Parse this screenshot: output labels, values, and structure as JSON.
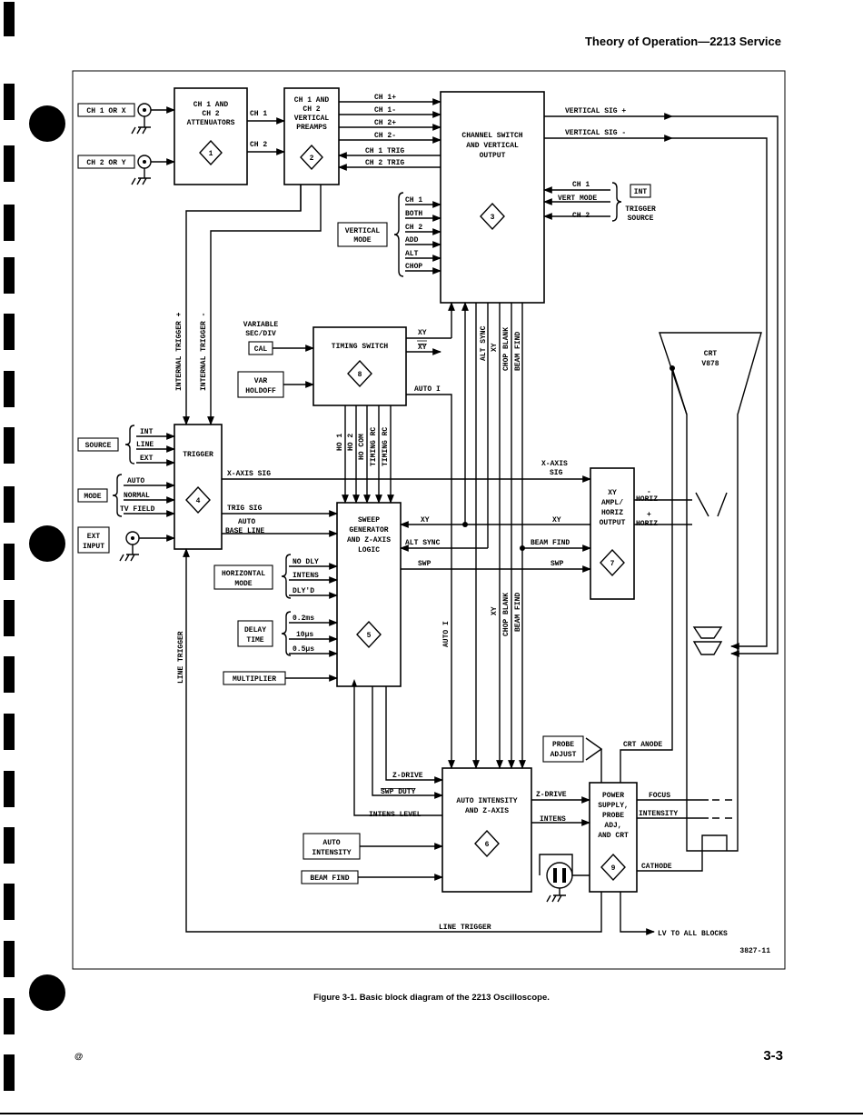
{
  "header": "Theory of Operation—2213 Service",
  "caption": "Figure 3-1. Basic block diagram of the 2213 Oscilloscope.",
  "page_number": "3-3",
  "copyright_symbol": "@",
  "drawing_number": "3827-11",
  "colors": {
    "ink": "#000000",
    "paper": "#ffffff"
  },
  "blocks": {
    "attenuators": {
      "l1": "CH 1 AND",
      "l2": "CH 2",
      "l3": "ATTENUATORS",
      "num": "1"
    },
    "preamps": {
      "l1": "CH 1 AND",
      "l2": "CH 2",
      "l3": "VERTICAL",
      "l4": "PREAMPS",
      "num": "2"
    },
    "channel_switch": {
      "l1": "CHANNEL SWITCH",
      "l2": "AND VERTICAL",
      "l3": "OUTPUT",
      "num": "3"
    },
    "trigger": {
      "l1": "TRIGGER",
      "num": "4"
    },
    "sweep": {
      "l1": "SWEEP",
      "l2": "GENERATOR",
      "l3": "AND Z-AXIS",
      "l4": "LOGIC",
      "num": "5"
    },
    "auto_intensity": {
      "l1": "AUTO INTENSITY",
      "l2": "AND Z-AXIS",
      "num": "6"
    },
    "xy_ampl": {
      "l1": "XY",
      "l2": "AMPL/",
      "l3": "HORIZ",
      "l4": "OUTPUT",
      "num": "7"
    },
    "timing_switch": {
      "l1": "TIMING SWITCH",
      "num": "8"
    },
    "power_supply": {
      "l1": "POWER",
      "l2": "SUPPLY,",
      "l3": "PROBE",
      "l4": "ADJ,",
      "l5": "AND CRT",
      "num": "9"
    }
  },
  "inputs": {
    "ch1": "CH 1 OR X",
    "ch2": "CH 2 OR Y",
    "vertical_mode": [
      "VERTICAL",
      "MODE"
    ],
    "vertical_mode_options": [
      "CH 1",
      "BOTH",
      "CH 2",
      "ADD",
      "ALT",
      "CHOP"
    ],
    "trigger_source_opts": [
      "CH 1",
      "VERT MODE",
      "CH 2"
    ],
    "int": "INT",
    "trigger_source": [
      "TRIGGER",
      "SOURCE"
    ],
    "var_sec_div": [
      "VARIABLE",
      "SEC/DIV"
    ],
    "cal": "CAL",
    "var_holdoff": [
      "VAR",
      "HOLDOFF"
    ],
    "source": "SOURCE",
    "source_opts": [
      "INT",
      "LINE",
      "EXT"
    ],
    "mode": "MODE",
    "mode_opts": [
      "AUTO",
      "NORMAL",
      "TV FIELD"
    ],
    "ext_input": [
      "EXT",
      "INPUT"
    ],
    "horizontal_mode": [
      "HORIZONTAL",
      "MODE"
    ],
    "horizontal_opts": [
      "NO DLY",
      "INTENS",
      "DLY'D"
    ],
    "delay_time": [
      "DELAY",
      "TIME"
    ],
    "delay_opts": [
      "0.2ms",
      "10µs",
      "0.5µs"
    ],
    "multiplier": "MULTIPLIER",
    "probe_adjust": [
      "PROBE",
      "ADJUST"
    ],
    "auto_intensity": [
      "AUTO",
      "INTENSITY"
    ],
    "beam_find": "BEAM FIND",
    "crt": [
      "CRT",
      "V878"
    ]
  },
  "signals": {
    "ch1": "CH 1",
    "ch2": "CH 2",
    "ch1p": "CH 1+",
    "ch1m": "CH 1-",
    "ch2p": "CH 2+",
    "ch2m": "CH 2-",
    "ch1trig": "CH 1 TRIG",
    "ch2trig": "CH 2 TRIG",
    "vsigp": "VERTICAL SIG +",
    "vsigm": "VERTICAL SIG -",
    "int_trig_p": "INTERNAL TRIGGER +",
    "int_trig_m": "INTERNAL TRIGGER -",
    "xy": "XY",
    "xybar": "XY",
    "alt_sync": "ALT SYNC",
    "chop_blank": "CHOP BLANK",
    "beam_find": "BEAM FIND",
    "auto_i": "AUTO I",
    "ho1": "HO 1",
    "ho2": "HO 2",
    "ho_com": "HO COM",
    "timing_rc": "TIMING RC",
    "x_axis_sig": "X-AXIS SIG",
    "x_axis_sig_a": "X-AXIS",
    "x_axis_sig_b": "SIG",
    "trig_sig": "TRIG SIG",
    "auto_base_a": "AUTO",
    "auto_base_b": "BASE LINE",
    "swp": "SWP",
    "horiz": "HORIZ",
    "minus": "-",
    "plus": "+",
    "line_trigger": "LINE TRIGGER",
    "z_drive": "Z-DRIVE",
    "swp_duty": "SWP DUTY",
    "intens_level": "INTENS LEVEL",
    "intens": "INTENS",
    "crt_anode": "CRT ANODE",
    "focus": "FOCUS",
    "intensity": "INTENSITY",
    "cathode": "CATHODE",
    "lv": "LV TO ALL BLOCKS"
  }
}
